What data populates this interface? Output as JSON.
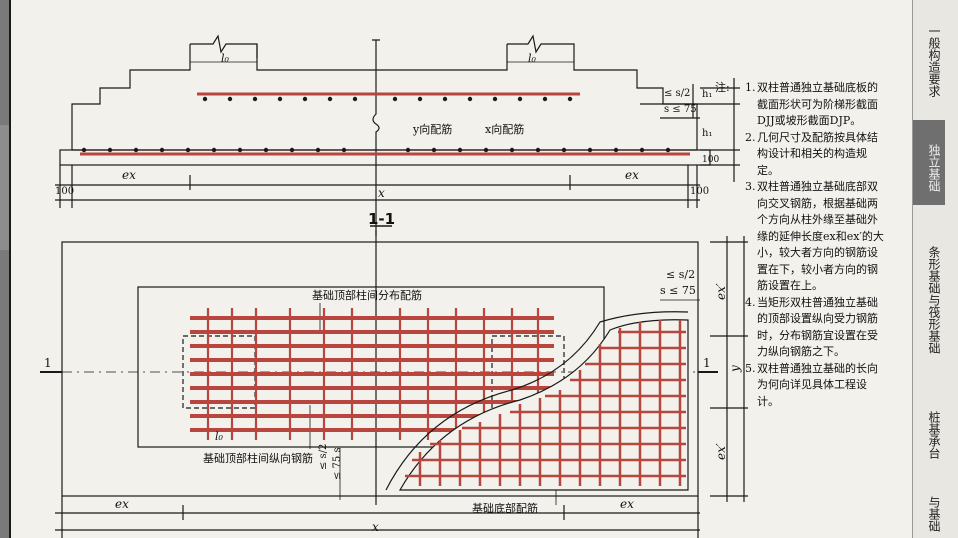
{
  "section": {
    "label_l0": "l₀",
    "label_h1_top": "h₁",
    "label_h1_mid": "h₁",
    "label_100": "100",
    "label_s2": "≤ s/2",
    "label_s75": "s ≤ 75",
    "label_y_rebar": "y向配筋",
    "label_x_rebar": "x向配筋",
    "dim_100": "100",
    "dim_ex": "ex",
    "dim_x": "x",
    "title": "1-1"
  },
  "plan": {
    "label_top_dist": "基础顶部柱间分布配筋",
    "label_top_long": "基础顶部柱间纵向钢筋",
    "label_bottom": "基础底部配筋",
    "label_l0": "l₀",
    "label_s2_top": "≤ s/2",
    "label_s75_top": "s ≤ 75",
    "label_s2_bot": "≤ s/2",
    "label_s75_bot": "≤ 75  s",
    "section_mark": "1",
    "dim_ex": "ex",
    "dim_x": "x",
    "dim_exp": "ex′",
    "dim_y": "y"
  },
  "notes": {
    "prefix": "注:",
    "items": [
      {
        "num": "1.",
        "text": "双柱普通独立基础底板的截面形状可为阶梯形截面DJJ或坡形截面DJP。"
      },
      {
        "num": "2.",
        "text": "几何尺寸及配筋按具体结构设计和相关的构造规定。"
      },
      {
        "num": "3.",
        "text": "双柱普通独立基础底部双向交叉钢筋，根据基础两个方向从柱外缘至基础外缘的延伸长度ex和ex′的大小，较大者方向的钢筋设置在下，较小者方向的钢筋设置在上。"
      },
      {
        "num": "4.",
        "text": "当矩形双柱普通独立基础的顶部设置纵向受力钢筋时，分布钢筋宜设置在受力纵向钢筋之下。"
      },
      {
        "num": "5.",
        "text": "双柱普通独立基础的长向为何向详见具体工程设计。"
      }
    ]
  },
  "tabs": {
    "t1": "一般构造要求",
    "t2": "独立基础",
    "t3": "条形基础与筏形基础",
    "t4": "桩基承台",
    "t5": "与基础"
  },
  "colors": {
    "rebar": "#b8463e",
    "line": "#1a1a1a",
    "paper": "#f2f1ec"
  }
}
